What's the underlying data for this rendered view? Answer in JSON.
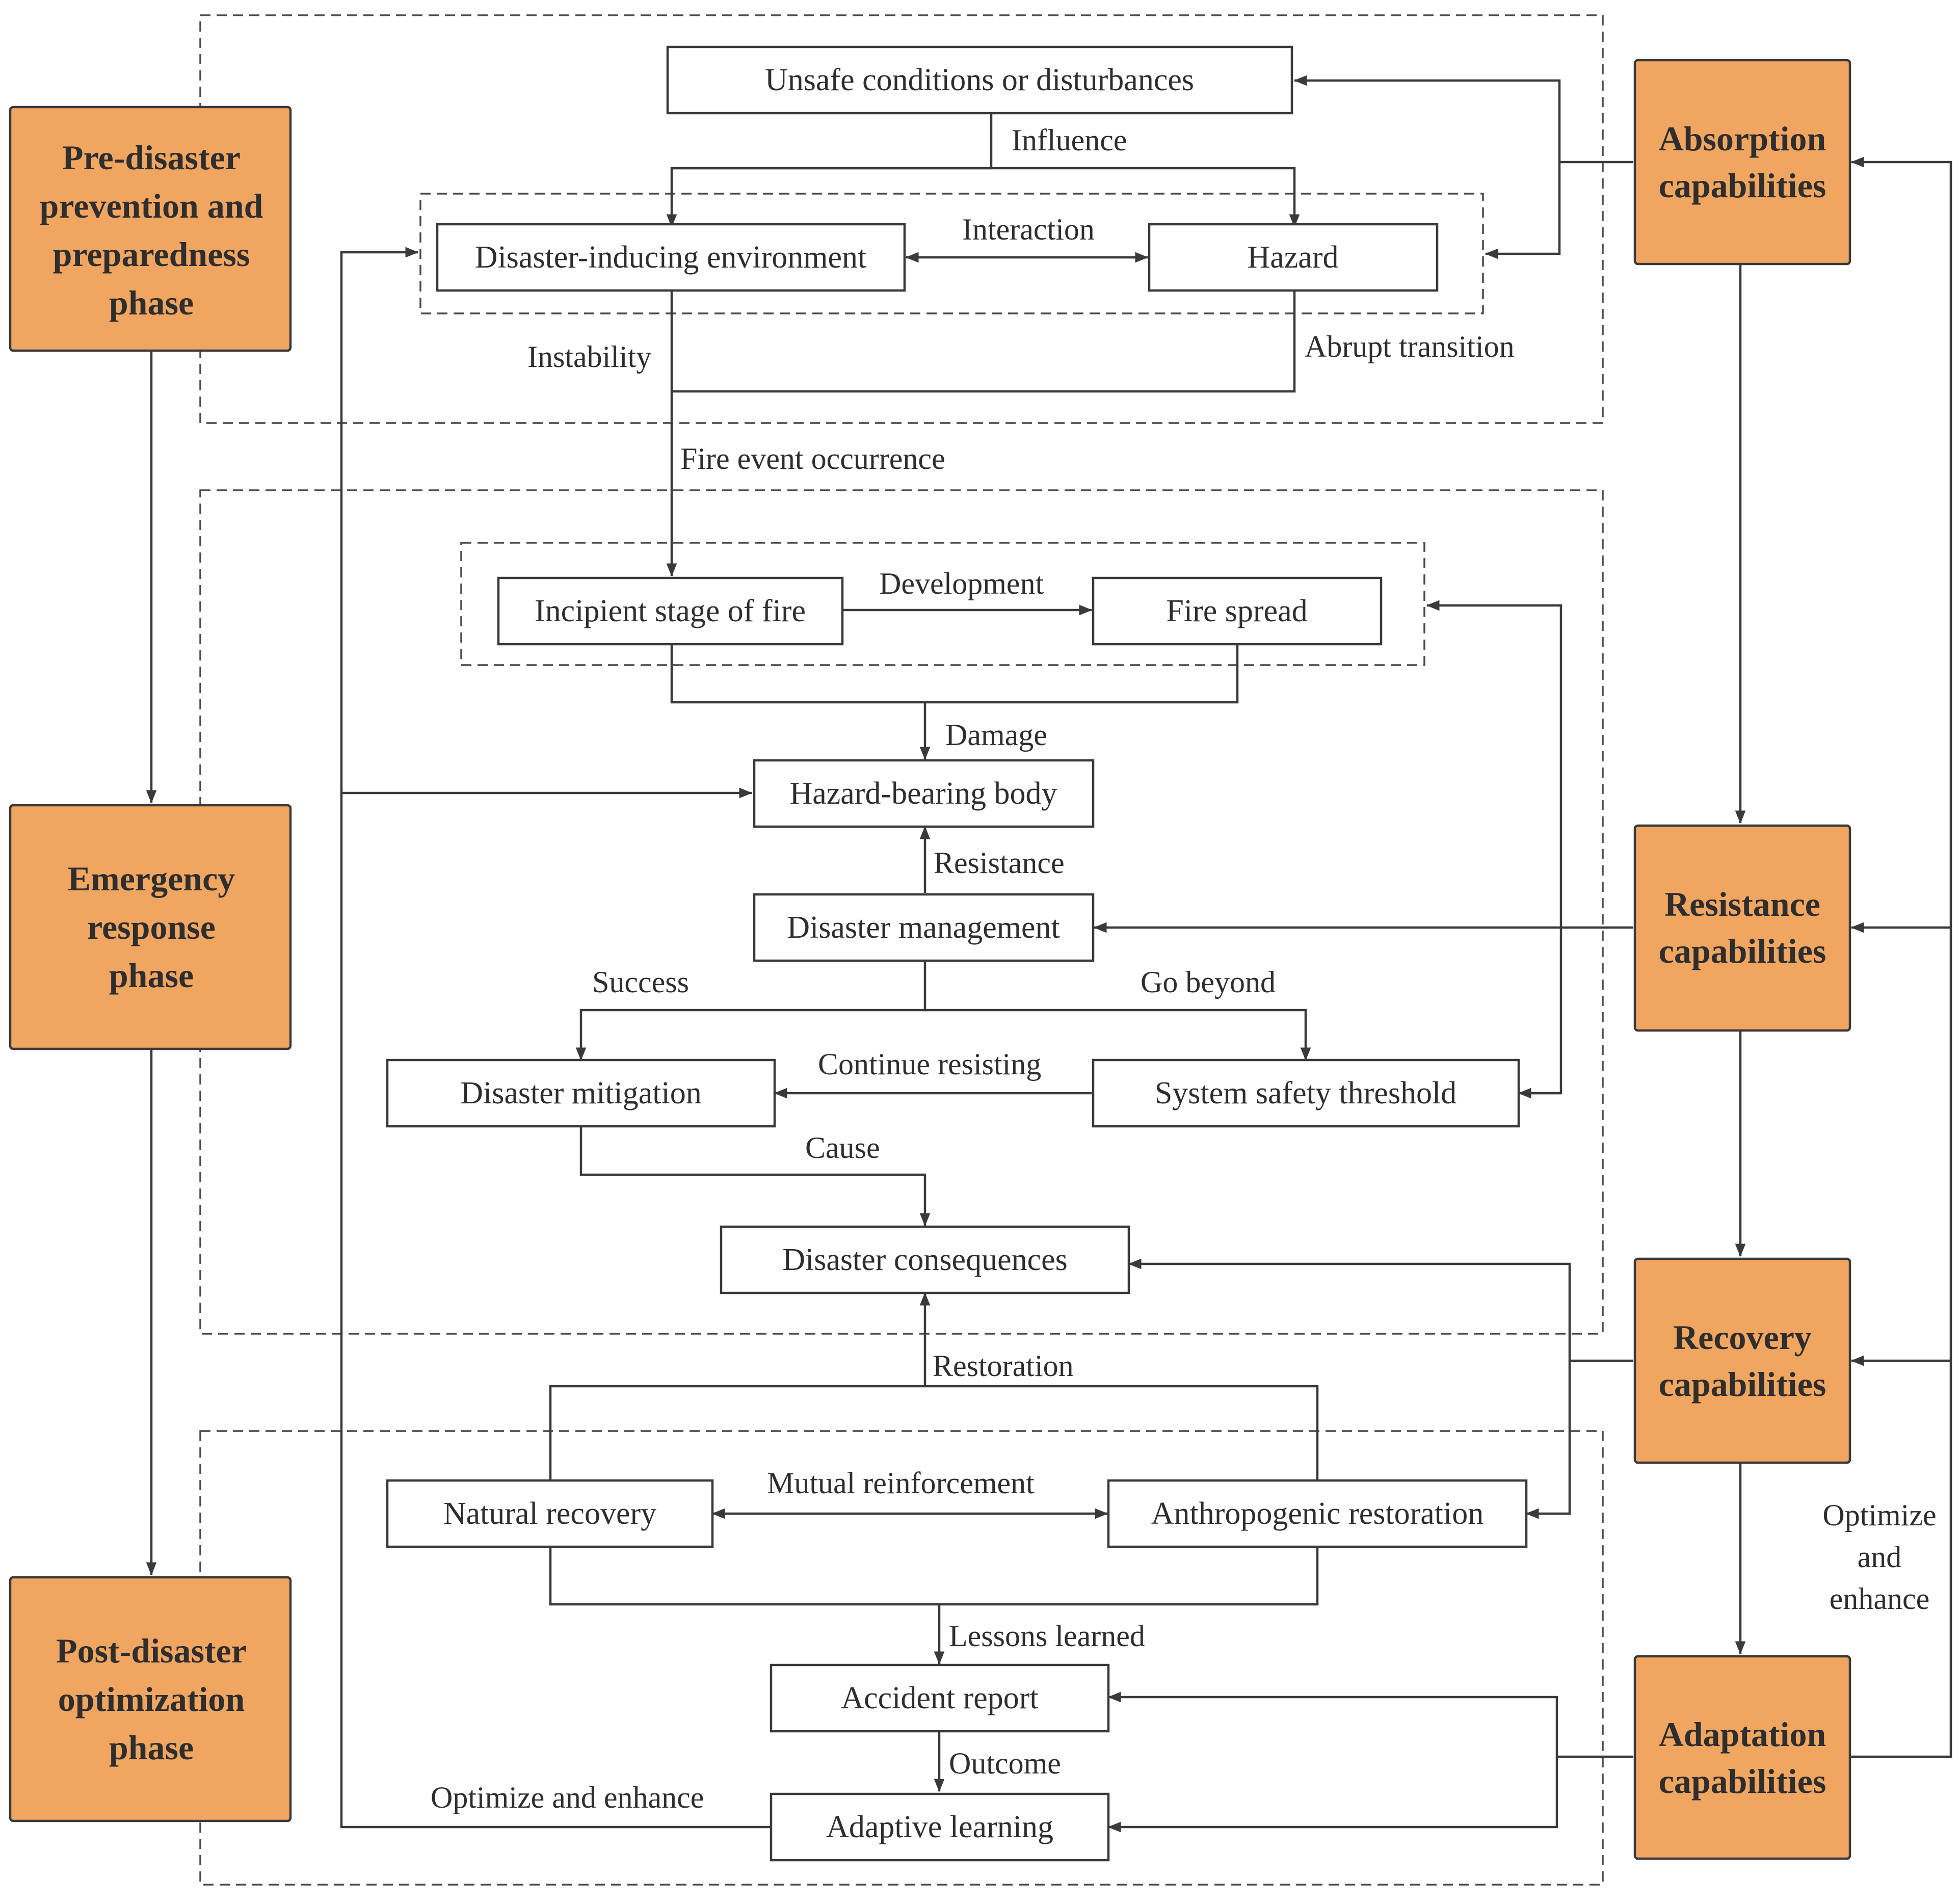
{
  "phases": {
    "pre_disaster": [
      "Pre-disaster",
      "prevention and",
      "preparedness",
      "phase"
    ],
    "emergency": [
      "Emergency",
      "response",
      "phase"
    ],
    "post_disaster": [
      "Post-disaster",
      "optimization",
      "phase"
    ]
  },
  "capabilities": {
    "absorption": [
      "Absorption",
      "capabilities"
    ],
    "resistance": [
      "Resistance",
      "capabilities"
    ],
    "recovery": [
      "Recovery",
      "capabilities"
    ],
    "adaptation": [
      "Adaptation",
      "capabilities"
    ]
  },
  "nodes": {
    "unsafe": "Unsafe conditions or disturbances",
    "environment": "Disaster-inducing environment",
    "hazard": "Hazard",
    "incipient": "Incipient stage of fire",
    "spread": "Fire spread",
    "hazard_body": "Hazard-bearing body",
    "management": "Disaster management",
    "mitigation": "Disaster mitigation",
    "threshold": "System safety threshold",
    "consequences": "Disaster consequences",
    "natural": "Natural recovery",
    "anthropogenic": "Anthropogenic restoration",
    "report": "Accident report",
    "learning": "Adaptive learning"
  },
  "edge_labels": {
    "influence": "Influence",
    "interaction": "Interaction",
    "instability": "Instability",
    "abrupt": "Abrupt transition",
    "fire_event": "Fire event occurrence",
    "development": "Development",
    "damage": "Damage",
    "resistance": "Resistance",
    "success": "Success",
    "go_beyond": "Go beyond",
    "continue": "Continue resisting",
    "cause": "Cause",
    "restoration": "Restoration",
    "mutual": "Mutual reinforcement",
    "lessons": "Lessons learned",
    "outcome": "Outcome",
    "optimize_bottom": "Optimize and enhance",
    "optimize_right": [
      "Optimize",
      "and",
      "enhance"
    ]
  }
}
